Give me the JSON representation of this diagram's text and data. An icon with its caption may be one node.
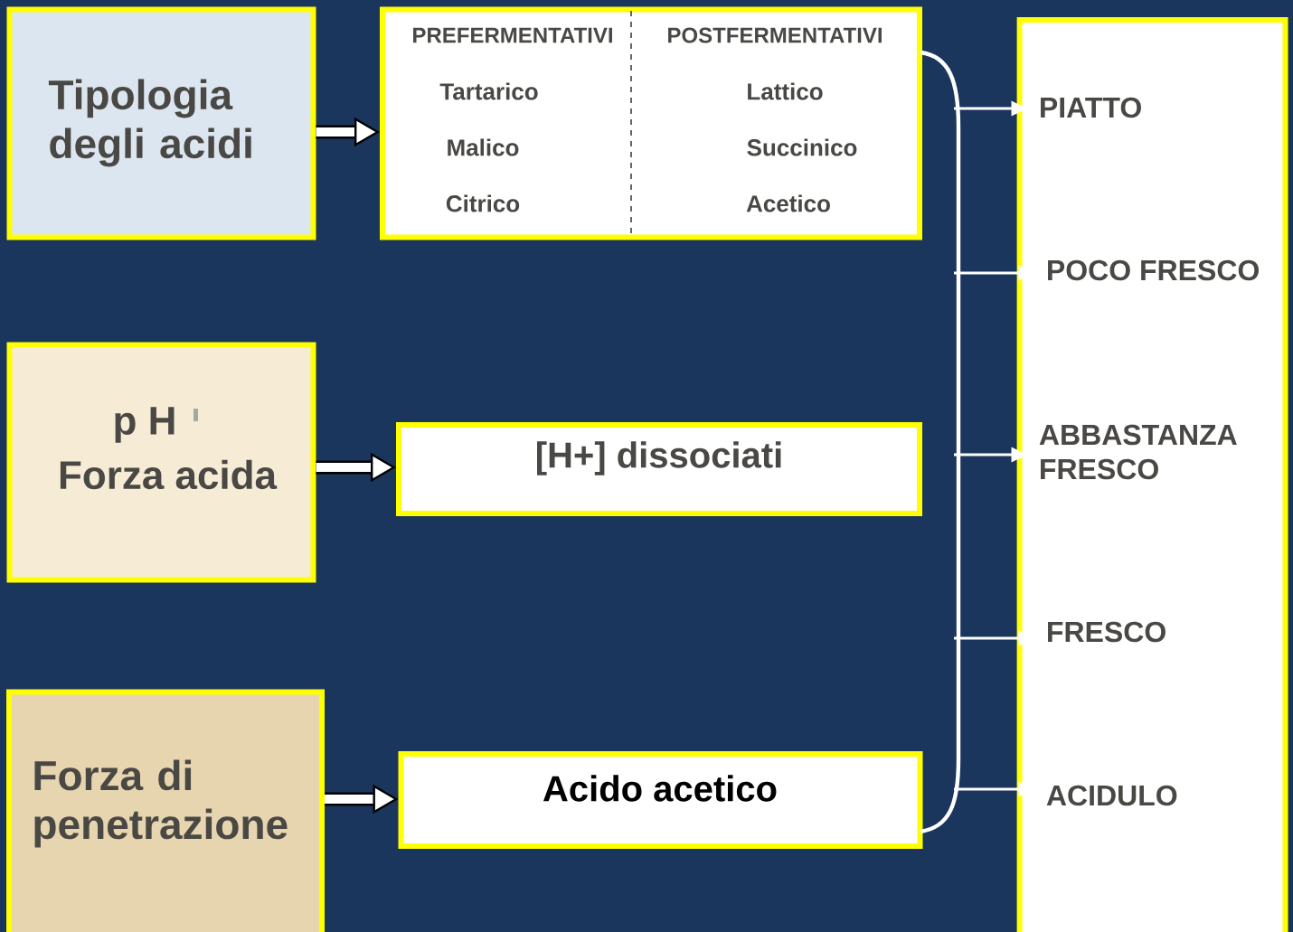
{
  "diagram": {
    "nodes": [
      {
        "text": [
          "Tipologia degli acidi"
        ]
      },
      {
        "text": [
          "PREFERMENTATIVI",
          "POSTFERMENTATIVI",
          "Tartarico",
          "Lattico",
          "Malico",
          "Succinico",
          "Citrico",
          "Acetico"
        ]
      },
      {
        "text": [
          "p H",
          "Forza acida"
        ]
      },
      {
        "text": [
          "[H+] dissociati"
        ]
      },
      {
        "text": [
          "Forza di penetrazione"
        ]
      },
      {
        "text": [
          "Acido acetico"
        ]
      },
      {
        "text": [],
        "shape": "box"
      },
      {
        "text": [
          "PIATTO"
        ],
        "in": 6
      },
      {
        "text": [
          "POCO FRESCO"
        ],
        "in": 6
      },
      {
        "text": [
          "ABBASTANZA FRESCO"
        ],
        "in": 6
      },
      {
        "text": [
          "FRESCO"
        ],
        "in": 6
      },
      {
        "text": [
          "ACIDULO"
        ],
        "in": 6
      }
    ],
    "edges": [
      {
        "from": 0,
        "to": 1,
        "arrow": "to",
        "style": "thick",
        "color": "#000000"
      },
      {
        "from": 2,
        "to": 3,
        "arrow": "to",
        "style": "thick",
        "color": "#000000"
      },
      {
        "from": 4,
        "to": 5,
        "arrow": "to",
        "style": "thick",
        "color": "#000000"
      },
      {
        "from": null,
        "to": 7,
        "arrow": "to"
      },
      {
        "from": null,
        "to": 8,
        "arrow": "to"
      },
      {
        "from": null,
        "to": 9,
        "arrow": "to"
      },
      {
        "from": null,
        "to": 10,
        "arrow": "to"
      },
      {
        "from": null,
        "to": 11,
        "arrow": "to"
      }
    ]
  }
}
